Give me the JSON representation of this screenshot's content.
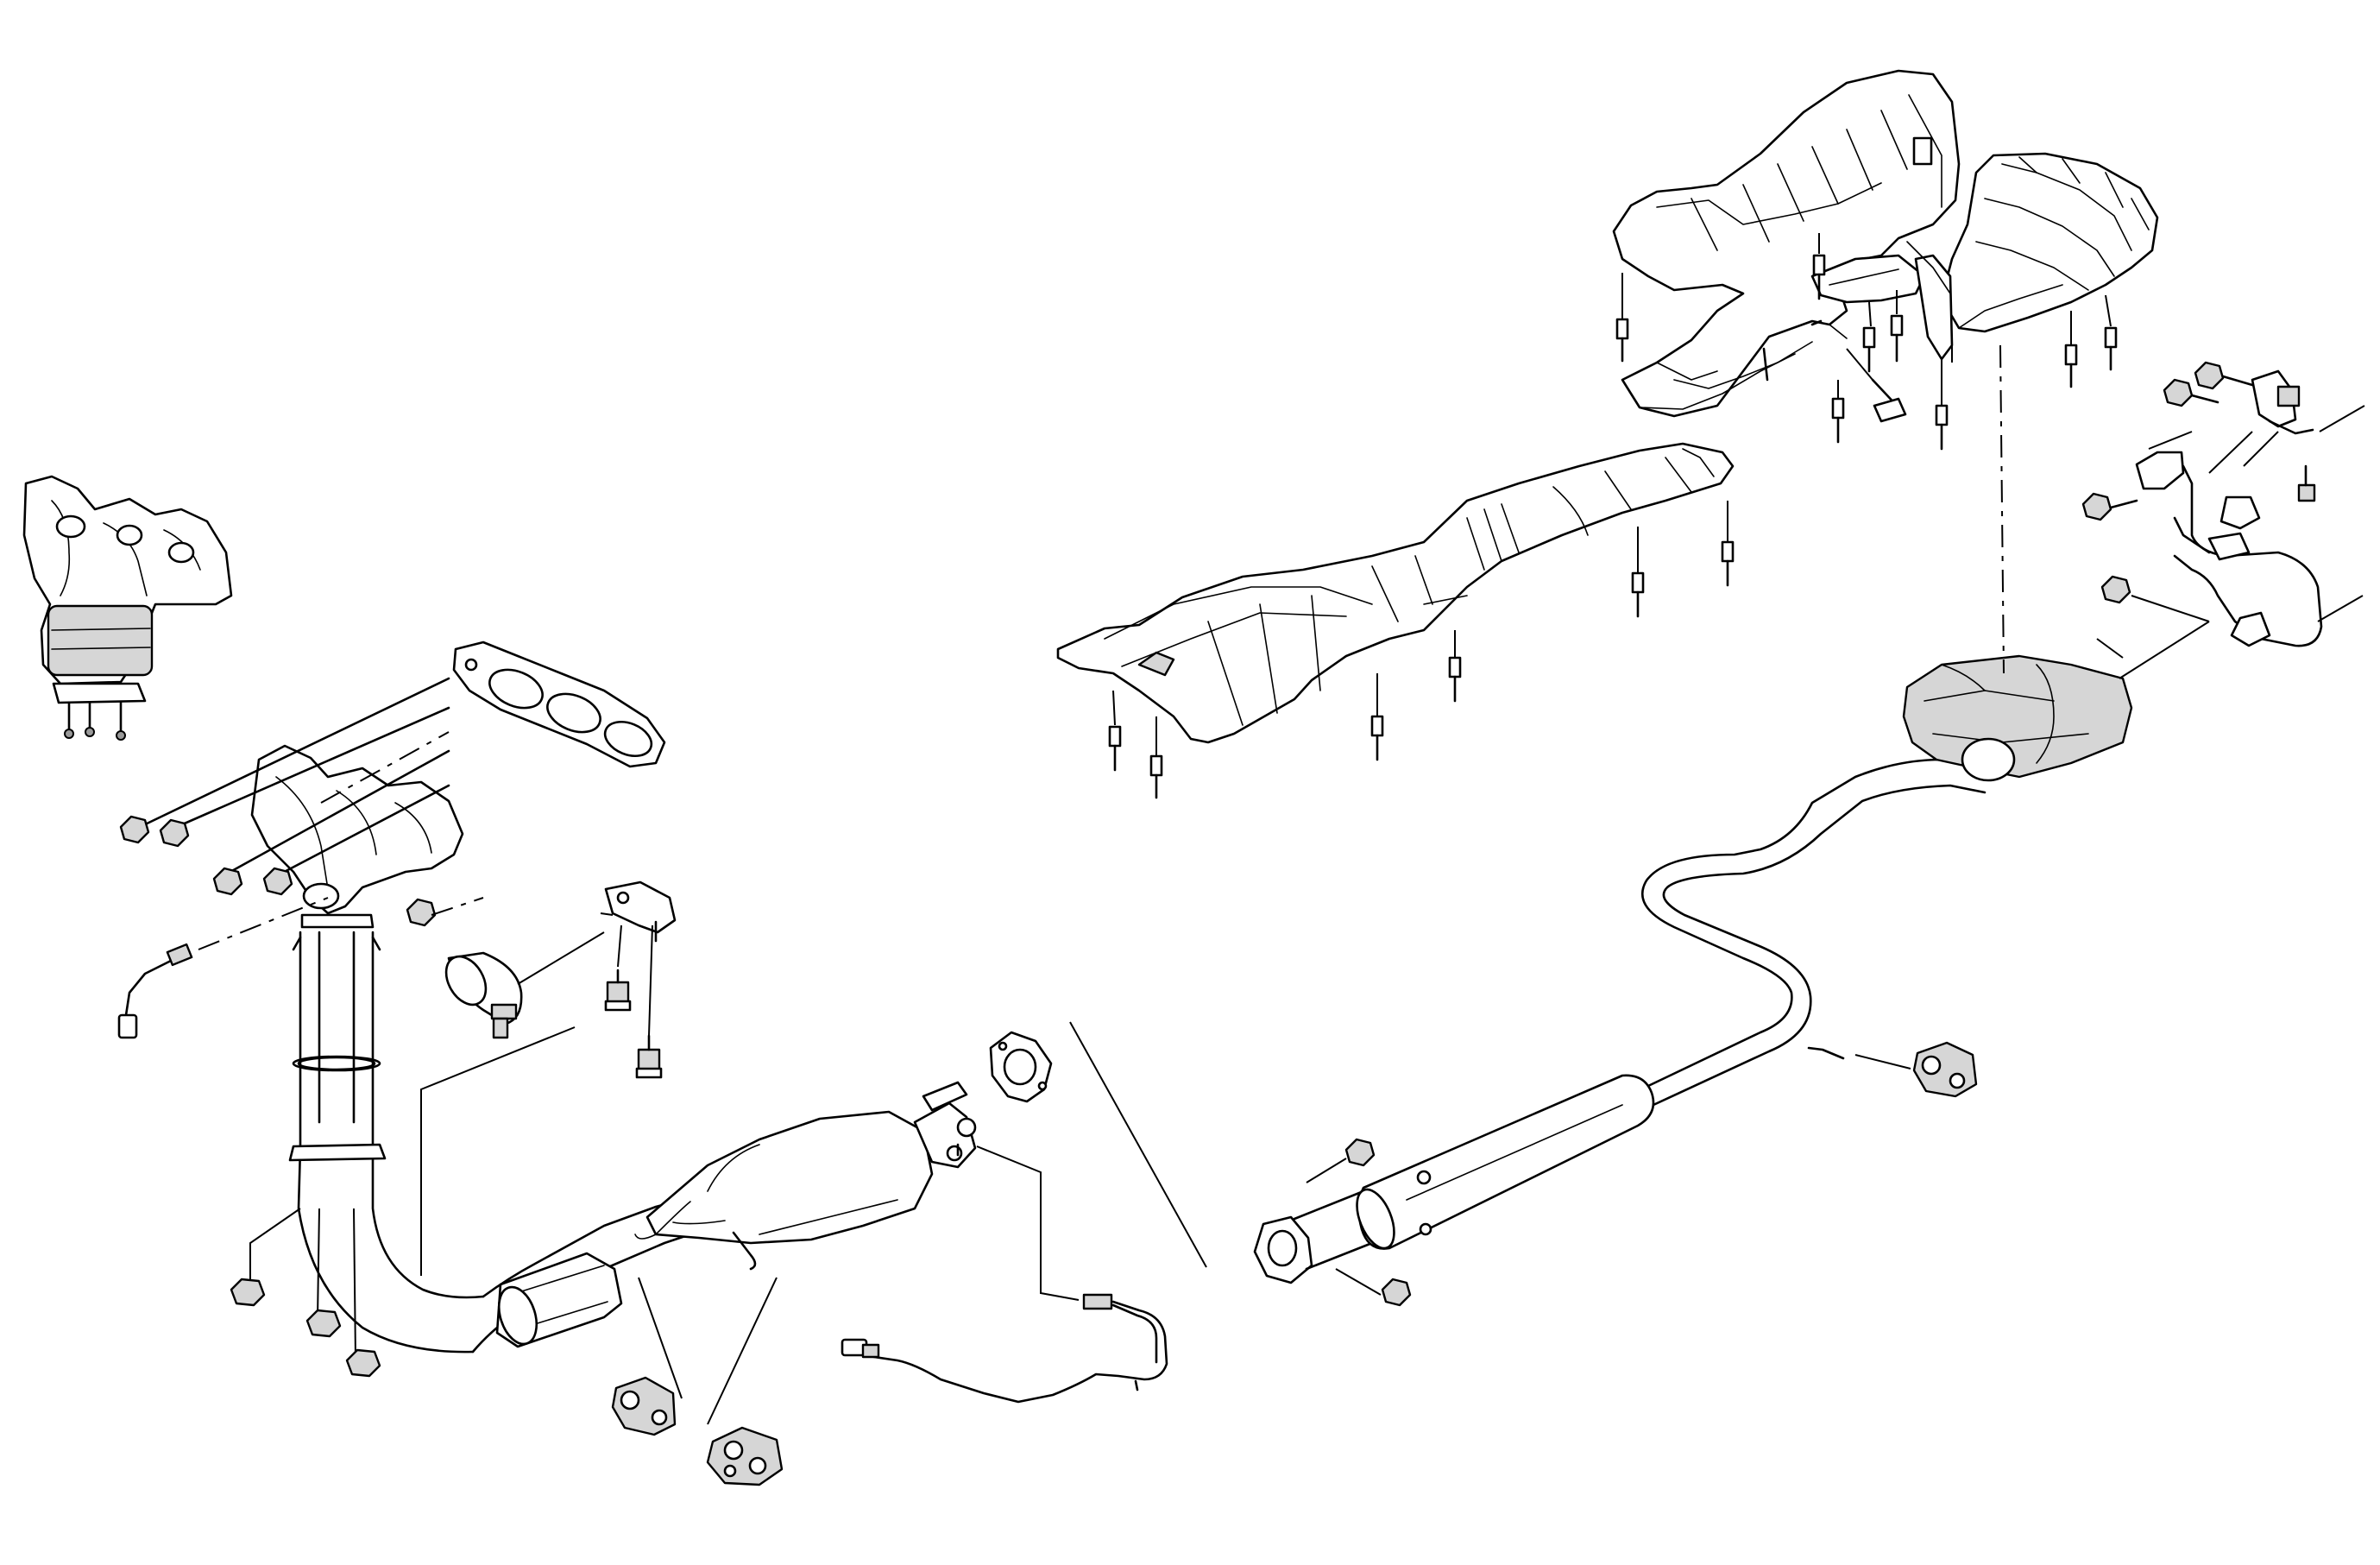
{
  "diagram": {
    "background": "#ffffff",
    "stroke_color": "#000000",
    "fill_light": "#d6d6d6",
    "fill_dark": "#9a9a9a",
    "parts": [
      "exhaust-manifold-assembly",
      "manifold-gasket",
      "exhaust-manifold",
      "oxygen-sensor-upstream",
      "downpipe",
      "flange-gasket",
      "band-clamp",
      "hanger-bracket",
      "catalytic-converter",
      "converter-outlet-gasket",
      "oxygen-sensor-downstream",
      "rubber-insulator",
      "intermediate-pipe",
      "resonator",
      "tailpipe",
      "muffler",
      "front-heat-shield",
      "rear-heat-shield",
      "muffler-heat-shield",
      "muffler-strap-hanger"
    ]
  }
}
